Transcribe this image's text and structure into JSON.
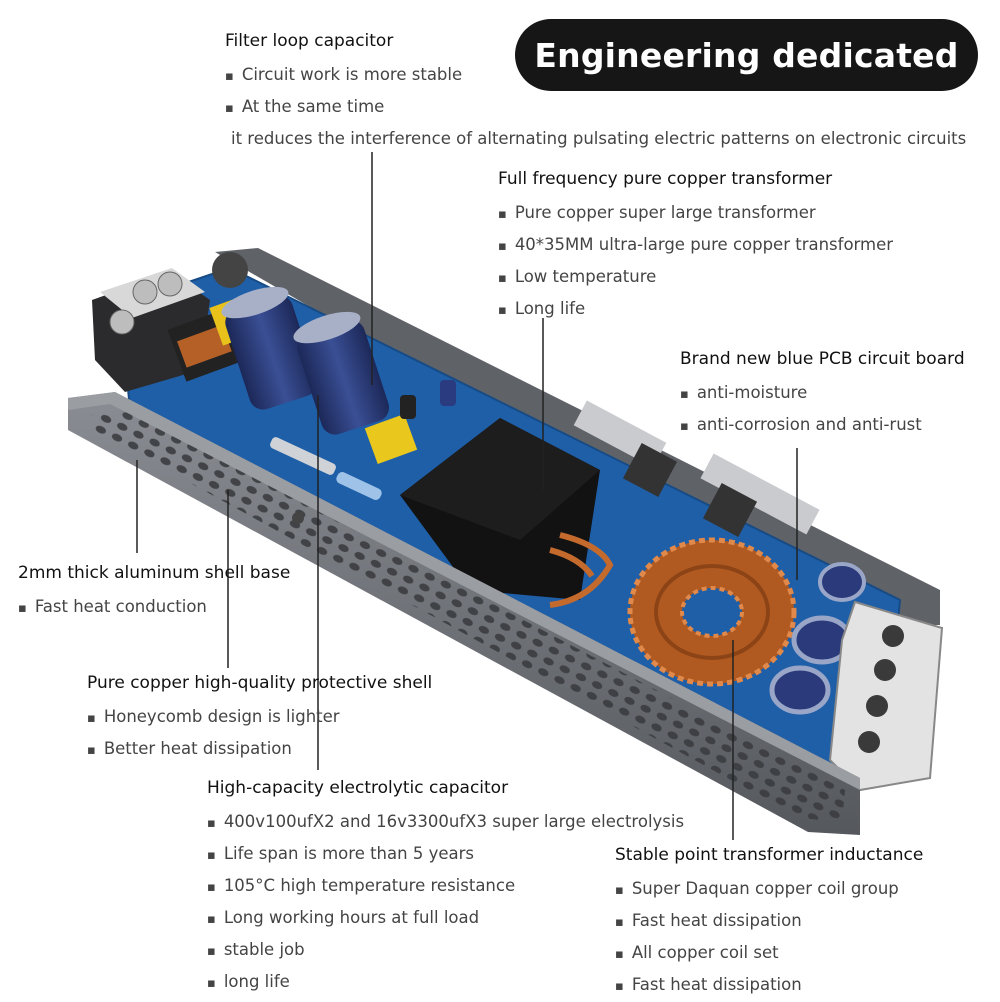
{
  "badge": "Engineering dedicated",
  "callouts": {
    "filter": {
      "title": "Filter loop capacitor",
      "items": [
        "Circuit work is more stable",
        "At the same time"
      ],
      "continuation": "it reduces the interference of alternating pulsating electric patterns on electronic circuits"
    },
    "transformer": {
      "title": "Full frequency pure copper transformer",
      "items": [
        "Pure copper super large transformer",
        "40*35MM ultra-large pure copper transformer",
        "Low temperature",
        "Long life"
      ]
    },
    "pcb": {
      "title": "Brand new blue PCB circuit board",
      "items": [
        "anti-moisture",
        "anti-corrosion and anti-rust"
      ]
    },
    "aluminum": {
      "title": "2mm thick aluminum shell base",
      "items": [
        "Fast heat conduction"
      ]
    },
    "shell": {
      "title": "Pure copper high-quality protective shell",
      "items": [
        "Honeycomb design is lighter",
        "Better heat dissipation"
      ]
    },
    "capacitor": {
      "title": "High-capacity electrolytic capacitor",
      "items": [
        "400v100ufX2 and 16v3300ufX3 super large electrolysis",
        "Life span is more than 5 years",
        "105°C high temperature resistance",
        "Long working hours at full load",
        "stable job",
        "long life"
      ]
    },
    "inductance": {
      "title": "Stable point transformer inductance",
      "items": [
        "Super Daquan copper coil group",
        "Fast heat dissipation",
        "All copper coil set",
        "Fast heat dissipation"
      ]
    }
  },
  "colors": {
    "pcb": "#1f5fa8",
    "shell": "#6b6e74",
    "copper": "#c46a2c",
    "capacitor": "#24346e"
  }
}
